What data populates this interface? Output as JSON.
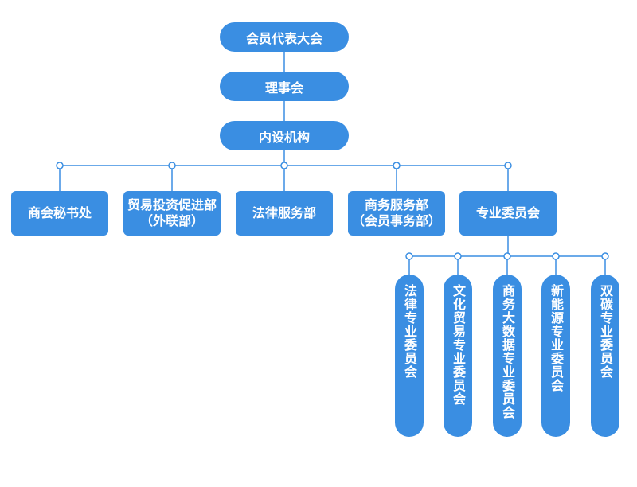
{
  "colors": {
    "node": "#3a8ee2",
    "line": "#3a8ee2",
    "connector_dot": "#ffffff"
  },
  "top": {
    "congress": "会员代表大会",
    "council": "理事会",
    "internal": "内设机构"
  },
  "departments": [
    {
      "line1": "商会秘书处",
      "line2": ""
    },
    {
      "line1": "贸易投资促进部",
      "line2": "（外联部）"
    },
    {
      "line1": "法律服务部",
      "line2": ""
    },
    {
      "line1": "商务服务部",
      "line2": "（会员事务部）"
    },
    {
      "line1": "专业委员会",
      "line2": ""
    }
  ],
  "committees": [
    "法律专业委员会",
    "文化贸易专业委员会",
    "商务大数据专业委员会",
    "新能源专业委员会",
    "双碳专业委员会"
  ]
}
